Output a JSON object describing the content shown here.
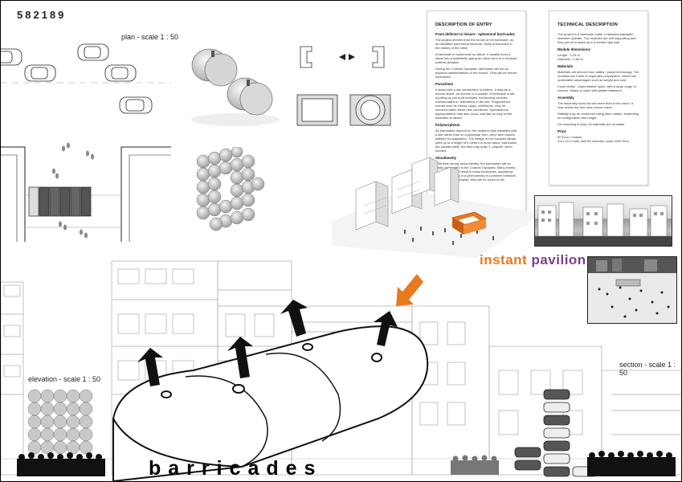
{
  "header": {
    "entry_id": "582189"
  },
  "labels": {
    "plan": "plan - scale 1 : 50",
    "elevation": "elevation - scale 1 : 50",
    "section": "section - scale 1 : 50"
  },
  "brand": {
    "part1": "instant ",
    "part2": "pavilion",
    "color1": "#e8791e",
    "color2": "#7a3f8c"
  },
  "title": "barricades",
  "accent_color": "#e8791e",
  "description": {
    "title": "DESCRIPTION OF ENTRY",
    "subtitle": "From defense to leisure : ephemeral barricades",
    "p1": "The project derives from the model of the barricade, as an identified ephemeral structure, firmly entrenched in the history of the cities.",
    "p2": "A barricade is ephemeral by nature. It usually turns a street into a battlefield, giving an urban form to a troubled political situation.",
    "p3": "During the Cultural Olympiad, barricades will act as physical manifestations of the events. They will be leisure barricades.",
    "h_parasitism": "Parasitism",
    "p4": "It starts with a site somewhere in Athens. It may be a narrow street, an avenue or a square. A barricade is set, by piling up pre-built modules, introducing complex transformations / alterations in the site. Programmed events such as shows, plays, exhibitions, may be revolved within these new conditions. Spontaneous appropriations may also occur, and last as long as the barricade is raised.",
    "h_polymorphism": "Polymorphism",
    "p5": "As barricades depend on the relations they establish with a site rather than on a particular form, they have natural abilities for adaptation. The design of the modules allows piles up to a height of 6 meters in most cases, barricades are parallel walls, but they may draw \"L-shapes\" when needed.",
    "h_simultaneity": "Simultaneity",
    "p6": "With their strong visual identity, the barricades will be easily associated to the Cultural Olympiad. Many events in many sites will result in many barricades, appearing and disappearing in a permanently re-combined network. During all the Olympiad, they will be a part of the \"Athenscape\"."
  },
  "technical": {
    "title": "TECHNICAL DESCRIPTION",
    "p1": "The project is a barricade made of identical stackable chamber-cylinder. The modules are self supporting and they permit to stack up a 6 meters high wall.",
    "h_dimensions": "Module dimensions",
    "dim1": "Length : 2,25 m",
    "dim2": "Diameter : 0,80 m",
    "h_materials": "Materials",
    "p2": "Materials are derived from safety / jacket technology. The modules are made of expanded polystyrene, which has undeniable advantages such as weight and cost.",
    "p3": "Cover textile : impermeable nylon, with a large range of colours. Straps in nylon with plastic fasteners.",
    "h_assembly": "Assembly",
    "p4": "The assembly does not last more than a few hours. It only needs two men and a truck crane.",
    "p5": "Stability may be reinforced using steel cables, depending on configuration and height.",
    "p6": "De-mounting is easy. All materials are reusable.",
    "h_price": "Price",
    "price1": "50 Euro / module",
    "price2": "4,8 x 10 m wall, with 80 modules, costs 4000 Euro."
  }
}
